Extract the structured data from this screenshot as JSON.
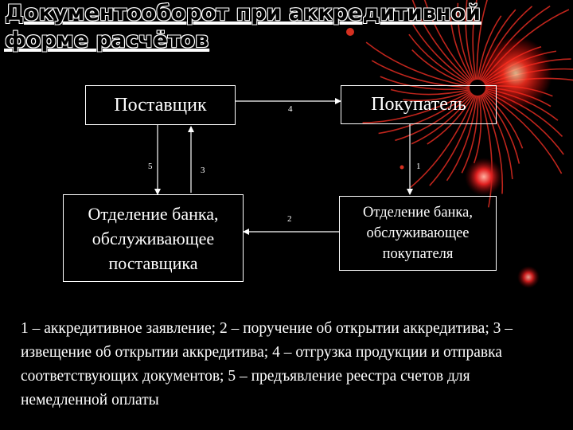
{
  "title": {
    "line1": "Документооборот при аккредитивной",
    "line2": "форме расчётов"
  },
  "nodes": {
    "supplier": "Поставщик",
    "buyer": "Покупатель",
    "supplier_bank": "Отделение банка, обслуживающее поставщика",
    "buyer_bank": "Отделение банка, обслуживающее покупателя"
  },
  "flow_numbers": {
    "n1": "1",
    "n2": "2",
    "n3": "3",
    "n4": "4",
    "n5": "5"
  },
  "legend": "1 – аккредитивное заявление; 2 – поручение об открытии аккредитива; 3 – извещение об открытии аккредитива; 4 – отгрузка продукции и отправка соответствующих документов; 5 – предъявление реестра счетов для немедленной оплаты",
  "colors": {
    "background": "#000000",
    "text": "#ffffff",
    "decoration": "#cc2020"
  }
}
